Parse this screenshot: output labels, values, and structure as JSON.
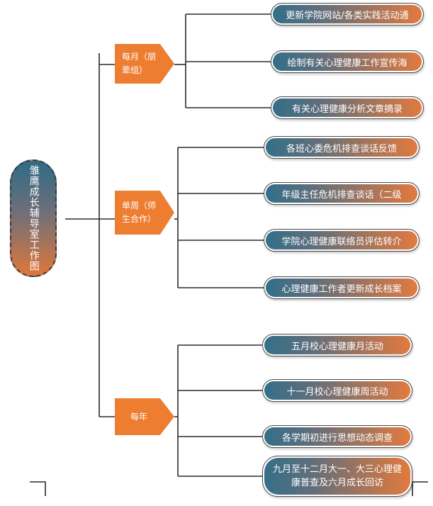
{
  "root": {
    "label": "雏鹰成长辅导室工作图"
  },
  "categories": [
    {
      "label_line1": "每月（朋",
      "label_line2": "辈组）",
      "items": [
        "更新学院网站/各类实践活动通",
        "绘制有关心理健康工作宣传海",
        "有关心理健康分析文章摘录"
      ]
    },
    {
      "label_line1": "单周（师",
      "label_line2": "生合作）",
      "items": [
        "各班心委危机排查谈话反馈",
        "年级主任危机排查谈话（二级",
        "学院心理健康联络员评估转介",
        "心理健康工作者更新成长档案"
      ]
    },
    {
      "label_line1": "每年",
      "label_line2": "",
      "items": [
        "五月校心理健康月活动",
        "十一月校心理健康周活动",
        "各学期初进行思想动态调查",
        "九月至十二月大一、大三心理健康普查及六月成长回访"
      ]
    }
  ],
  "colors": {
    "category_fill": "#ed7d31",
    "gradient_start": "#336f89",
    "gradient_end": "#e27a3e",
    "connector": "#2b2b2b"
  }
}
